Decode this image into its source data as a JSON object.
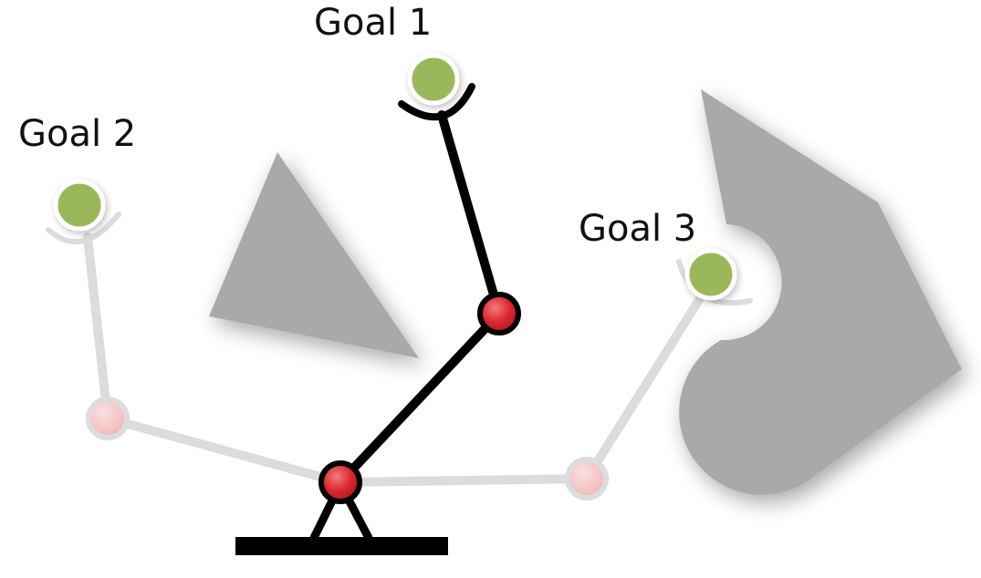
{
  "labels": {
    "goal_1": "Goal 1",
    "goal_2": "Goal 2",
    "goal_3": "Goal 3"
  },
  "colors": {
    "active_link": "#000000",
    "ghost_link": "#dcdcdc",
    "joint": "#d9262e",
    "ghost_joint": "#f3c4c4",
    "goal": "#9ab85a",
    "obstacle": "#a9a9a9",
    "base": "#000000"
  }
}
